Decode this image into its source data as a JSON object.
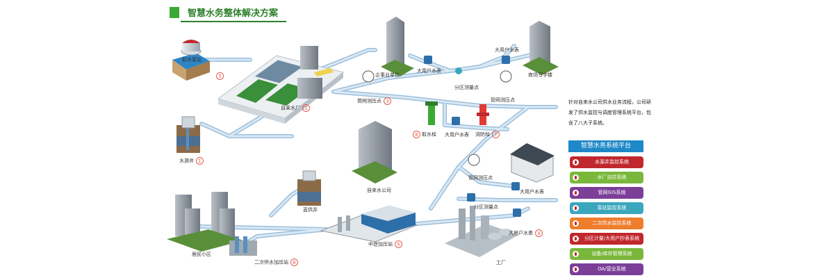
{
  "title": "智慧水务整体解决方案",
  "colors": {
    "pipe": "#bdd7ea",
    "pipe_edge": "#9cbfdc",
    "accent_green": "#3aa935",
    "title_green": "#2d7f2a",
    "marker_red": "#e25b4b",
    "platform_blue": "#1f88c8"
  },
  "labels": {
    "water_source": "取水泵站",
    "water_plant": "自来水厂",
    "source_well": "水源井",
    "pipe_pressure_1": "管网测压点",
    "enterprise": "企事业单位",
    "big_meter_1": "大用户水表",
    "big_meter_2": "大用户水表",
    "zone_measure_1": "分区测量点",
    "commercial": "商场写字楼",
    "pipe_pressure_2": "管网测压点",
    "fire_plug": "取水栓",
    "big_meter_3": "大用户水表",
    "hydrant": "消防栓",
    "water_company": "自来水公司",
    "pipe_pressure_3": "管网测压点",
    "big_meter_4": "大用户水表",
    "zone_measure_2": "分区测量点",
    "deep_well": "直供井",
    "residential": "居民小区",
    "secondary_pump": "二次供水加压站",
    "mid_pump": "中途加压站",
    "big_meter_5": "大用户水表",
    "factory": "工厂"
  },
  "numbers": {
    "water_source": "5",
    "water_plant": "2",
    "source_well": "1",
    "pipe_pressure_1": "3",
    "fire_plug": "8",
    "hydrant": "7",
    "secondary_pump": "6",
    "mid_pump": "5",
    "big_meter_5": "4"
  },
  "description": "针对自来水公司供水业务流程，公司研发了供水监控与调度管理系统平台，包含了八大子系统。",
  "platform": {
    "title": "智慧水务系统平台",
    "systems": [
      {
        "label": "水源井监控系统",
        "color": "#c0282d"
      },
      {
        "label": "水厂自控系统",
        "color": "#79b83b"
      },
      {
        "label": "管网GIS系统",
        "color": "#7b3f98"
      },
      {
        "label": "泵站监控系统",
        "color": "#3ba7bd"
      },
      {
        "label": "二次供水监控系统",
        "color": "#ee7d2c"
      },
      {
        "label": "分区计量/大用户抄表系统",
        "color": "#c0282d"
      },
      {
        "label": "设备/库存管理系统",
        "color": "#79b83b"
      },
      {
        "label": "OA/营业系统",
        "color": "#7b3f98"
      }
    ]
  }
}
